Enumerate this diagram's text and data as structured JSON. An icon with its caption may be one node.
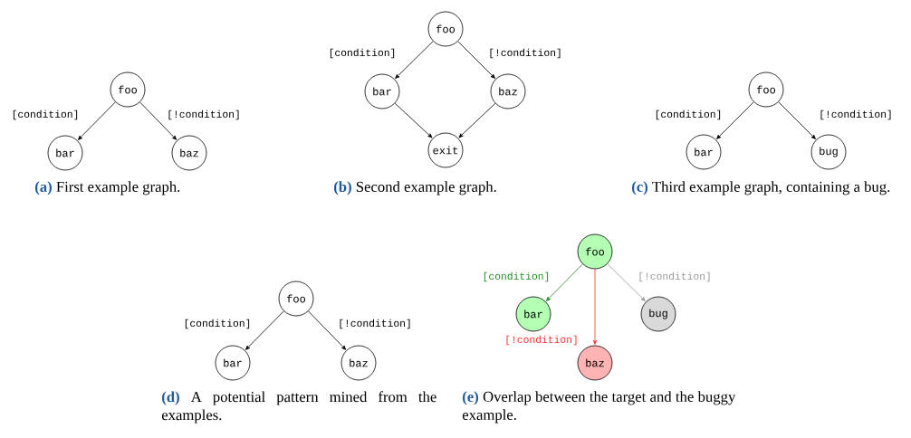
{
  "diagram": {
    "nodes": [
      {
        "text": [
          "foo"
        ]
      },
      {
        "text": [
          "bar"
        ]
      },
      {
        "text": [
          "baz"
        ]
      },
      {
        "text": [
          "foo"
        ]
      },
      {
        "text": [
          "bar"
        ]
      },
      {
        "text": [
          "baz"
        ]
      },
      {
        "text": [
          "exit"
        ]
      },
      {
        "text": [
          "foo"
        ]
      },
      {
        "text": [
          "bar"
        ]
      },
      {
        "text": [
          "bug"
        ]
      },
      {
        "text": [
          "foo"
        ]
      },
      {
        "text": [
          "bar"
        ]
      },
      {
        "text": [
          "baz"
        ]
      },
      {
        "text": [
          "foo"
        ]
      },
      {
        "text": [
          "bar"
        ]
      },
      {
        "text": [
          "bug"
        ]
      },
      {
        "text": [
          "baz"
        ]
      }
    ],
    "edges": [
      {
        "from": 0,
        "to": 1,
        "arrow": "to",
        "label": "[condition]"
      },
      {
        "from": 0,
        "to": 2,
        "arrow": "to",
        "label": "[!condition]"
      },
      {
        "from": 3,
        "to": 4,
        "arrow": "to",
        "label": "[condition]"
      },
      {
        "from": 3,
        "to": 5,
        "arrow": "to",
        "label": "[!condition]"
      },
      {
        "from": 4,
        "to": 6,
        "arrow": "to"
      },
      {
        "from": 5,
        "to": 6,
        "arrow": "to"
      },
      {
        "from": 7,
        "to": 8,
        "arrow": "to",
        "label": "[condition]"
      },
      {
        "from": 7,
        "to": 9,
        "arrow": "to",
        "label": "[!condition]"
      },
      {
        "from": 10,
        "to": 11,
        "arrow": "to",
        "label": "[condition]"
      },
      {
        "from": 10,
        "to": 12,
        "arrow": "to",
        "label": "[!condition]"
      },
      {
        "from": 13,
        "to": 14,
        "arrow": "to",
        "label": "[condition]",
        "color": "#228b22"
      },
      {
        "from": 13,
        "to": 15,
        "arrow": "to",
        "label": "[!condition]",
        "color": "#999999"
      },
      {
        "from": 13,
        "to": 16,
        "arrow": "to",
        "label": "[!condition]",
        "color": "#ff3333"
      }
    ],
    "labels": [
      "(a)",
      "First example graph.",
      "(b)",
      "Second example graph.",
      "(c)",
      "Third example graph, containing a bug.",
      "(d)",
      "A potential pattern mined from the examples.",
      "(e)",
      "Overlap between the target and the buggy example."
    ]
  }
}
